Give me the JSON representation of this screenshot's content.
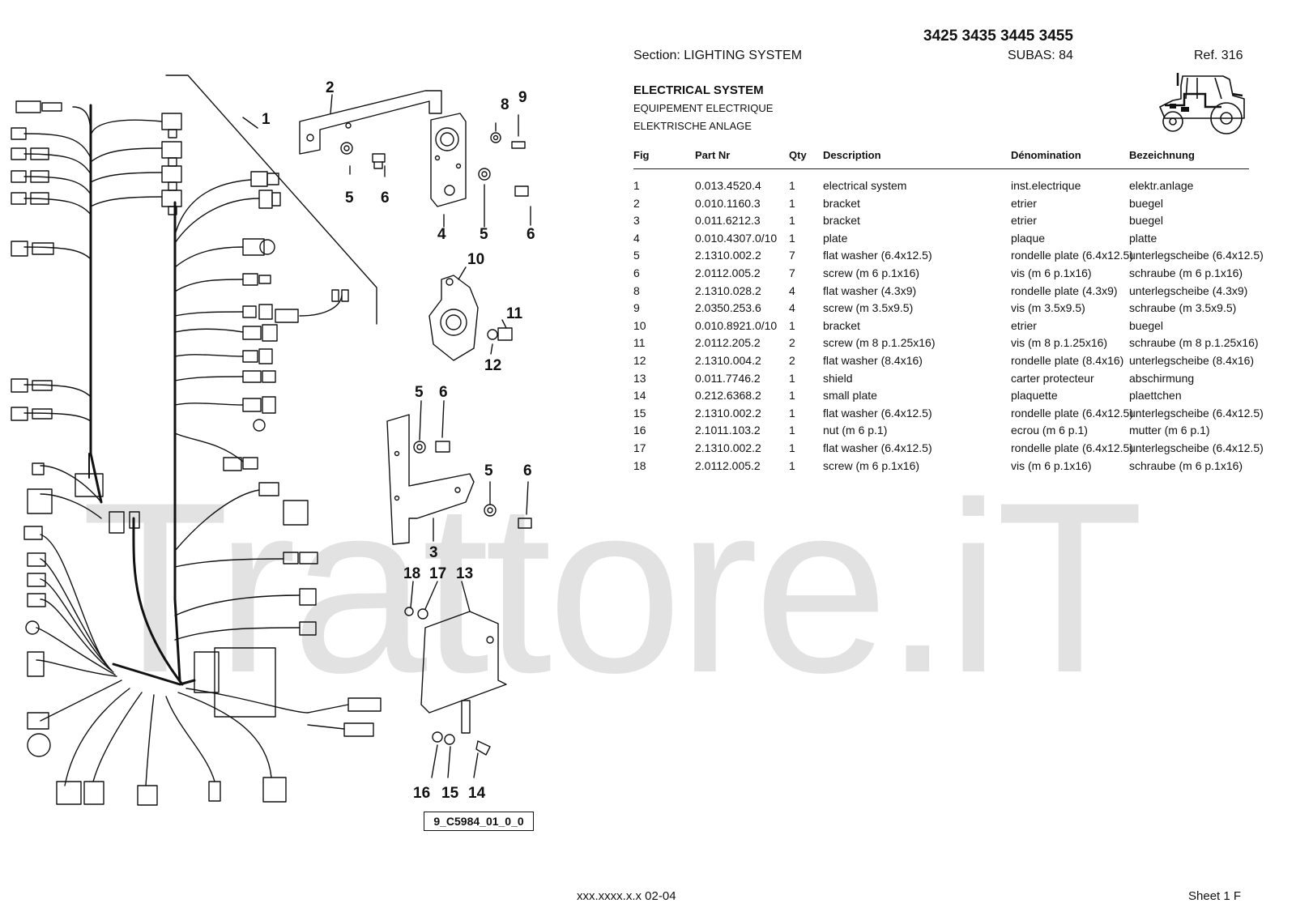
{
  "header": {
    "models": "3425 3435 3445 3455",
    "section": "Section: LIGHTING  SYSTEM",
    "subas": "SUBAS: 84",
    "ref": "Ref. 316"
  },
  "title": {
    "en": "ELECTRICAL SYSTEM",
    "fr": "EQUIPEMENT ELECTRIQUE",
    "de": "ELEKTRISCHE ANLAGE"
  },
  "table": {
    "headers": [
      "Fig",
      "Part Nr",
      "Qty",
      "Description",
      "Dénomination",
      "Bezeichnung"
    ],
    "rows": [
      [
        "1",
        "0.013.4520.4",
        "1",
        "electrical system",
        "inst.electrique",
        "elektr.anlage"
      ],
      [
        "2",
        "0.010.1160.3",
        "1",
        "bracket",
        "etrier",
        "buegel"
      ],
      [
        "3",
        "0.011.6212.3",
        "1",
        "bracket",
        "etrier",
        "buegel"
      ],
      [
        "4",
        "0.010.4307.0/10",
        "1",
        "plate",
        "plaque",
        "platte"
      ],
      [
        "5",
        "2.1310.002.2",
        "7",
        "flat washer (6.4x12.5)",
        "rondelle plate (6.4x12.5)",
        "unterlegscheibe (6.4x12.5)"
      ],
      [
        "6",
        "2.0112.005.2",
        "7",
        "screw (m 6 p.1x16)",
        "vis (m 6 p.1x16)",
        "schraube (m 6 p.1x16)"
      ],
      [
        "8",
        "2.1310.028.2",
        "4",
        "flat washer (4.3x9)",
        "rondelle plate (4.3x9)",
        "unterlegscheibe (4.3x9)"
      ],
      [
        "9",
        "2.0350.253.6",
        "4",
        "screw (m 3.5x9.5)",
        "vis (m 3.5x9.5)",
        "schraube (m 3.5x9.5)"
      ],
      [
        "10",
        "0.010.8921.0/10",
        "1",
        "bracket",
        "etrier",
        "buegel"
      ],
      [
        "11",
        "2.0112.205.2",
        "2",
        "screw (m 8 p.1.25x16)",
        "vis (m 8 p.1.25x16)",
        "schraube (m 8 p.1.25x16)"
      ],
      [
        "12",
        "2.1310.004.2",
        "2",
        "flat washer (8.4x16)",
        "rondelle plate (8.4x16)",
        "unterlegscheibe (8.4x16)"
      ],
      [
        "13",
        "0.011.7746.2",
        "1",
        "shield",
        "carter protecteur",
        "abschirmung"
      ],
      [
        "14",
        "0.212.6368.2",
        "1",
        "small plate",
        "plaquette",
        "plaettchen"
      ],
      [
        "15",
        "2.1310.002.2",
        "1",
        "flat washer (6.4x12.5)",
        "rondelle plate (6.4x12.5)",
        "unterlegscheibe (6.4x12.5)"
      ],
      [
        "16",
        "2.1011.103.2",
        "1",
        "nut (m 6 p.1)",
        "ecrou (m 6 p.1)",
        "mutter (m 6 p.1)"
      ],
      [
        "17",
        "2.1310.002.2",
        "1",
        "flat washer (6.4x12.5)",
        "rondelle plate (6.4x12.5)",
        "unterlegscheibe (6.4x12.5)"
      ],
      [
        "18",
        "2.0112.005.2",
        "1",
        "screw (m 6 p.1x16)",
        "vis (m 6 p.1x16)",
        "schraube (m 6 p.1x16)"
      ]
    ]
  },
  "diagram": {
    "drawing_code": "9_C5984_01_0_0",
    "callouts": [
      "1",
      "2",
      "3",
      "4",
      "5",
      "6",
      "8",
      "9",
      "10",
      "11",
      "12",
      "13",
      "14",
      "15",
      "16",
      "17",
      "18"
    ]
  },
  "watermark": "Trattore.iT",
  "footer": {
    "code": "xxx.xxxx.x.x  02-04",
    "sheet": "Sheet 1 F"
  }
}
